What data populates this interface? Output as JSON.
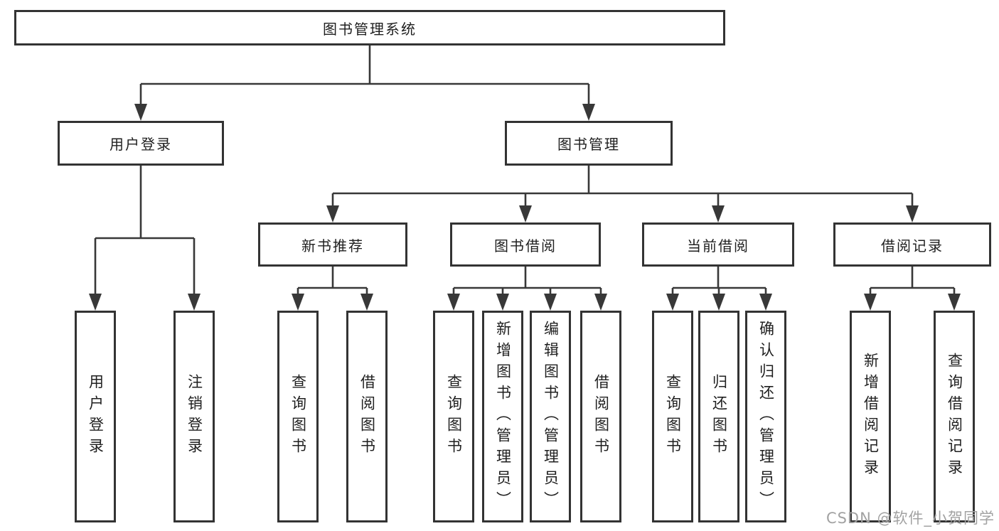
{
  "tree": {
    "label": "图书管理系统",
    "children": [
      {
        "label": "用户登录",
        "children": [
          {
            "label": "用户登录"
          },
          {
            "label": "注销登录"
          }
        ]
      },
      {
        "label": "图书管理",
        "children": [
          {
            "label": "新书推荐",
            "children": [
              {
                "label": "查询图书"
              },
              {
                "label": "借阅图书"
              }
            ]
          },
          {
            "label": "图书借阅",
            "children": [
              {
                "label": "查询图书"
              },
              {
                "label": "新增图书（管理员）"
              },
              {
                "label": "编辑图书（管理员）"
              },
              {
                "label": "借阅图书"
              }
            ]
          },
          {
            "label": "当前借阅",
            "children": [
              {
                "label": "查询图书"
              },
              {
                "label": "归还图书"
              },
              {
                "label": "确认归还（管理员）"
              }
            ]
          },
          {
            "label": "借阅记录",
            "children": [
              {
                "label": "新增借阅记录"
              },
              {
                "label": "查询借阅记录"
              }
            ]
          }
        ]
      }
    ]
  },
  "watermark": {
    "text": "CSDN @软件_小贺同学"
  },
  "colors": {
    "line": "#383838",
    "border": "#333333",
    "text": "#1f1f1f",
    "watermark": "#a2a2a2"
  }
}
